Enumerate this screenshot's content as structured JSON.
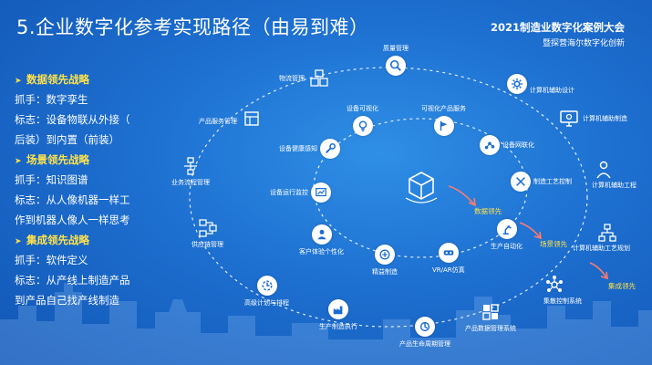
{
  "slide_title": "5.企业数字化参考实现路径（由易到难）",
  "conference": {
    "title": "2021制造业数字化案例大会",
    "subtitle": "暨探营海尔数字化创新"
  },
  "strategies": [
    {
      "title": "数据领先战略",
      "grip": "抓手：数字孪生",
      "mark_lines": [
        "标志：设备物联从外接（",
        "后装）到内置（前装）"
      ]
    },
    {
      "title": "场景领先战略",
      "grip": "抓手：知识图谱",
      "mark_lines": [
        "标志：从人像机器一样工",
        "作到机器人像人一样思考"
      ]
    },
    {
      "title": "集成领先战略",
      "grip": "抓手：软件定义",
      "mark_lines": [
        "标志：从产线上制造产品",
        "到产品自己找产线制造"
      ]
    }
  ],
  "outer_ring": [
    {
      "label": "质量管理",
      "icon": "magnifier-icon"
    },
    {
      "label": "计算机辅助设计",
      "icon": "gear-icon"
    },
    {
      "label": "计算机辅助制造",
      "icon": "monitor-icon"
    },
    {
      "label": "计算机辅助工程",
      "icon": "engineer-icon"
    },
    {
      "label": "计算机辅助工艺规划",
      "icon": "network-icon"
    },
    {
      "label": "集散控制系统",
      "icon": "control-icon"
    },
    {
      "label": "产品数据管理系统",
      "icon": "data-icon"
    },
    {
      "label": "产品生命周期管理",
      "icon": "lifecycle-icon"
    },
    {
      "label": "生产制造执行",
      "icon": "factory-icon"
    },
    {
      "label": "高级计划与排程",
      "icon": "schedule-icon"
    },
    {
      "label": "供应链管理",
      "icon": "supply-icon"
    },
    {
      "label": "业务流程管理",
      "icon": "flow-icon"
    },
    {
      "label": "产品服务管理",
      "icon": "product-icon"
    },
    {
      "label": "物流管理",
      "icon": "boxes-icon"
    }
  ],
  "inner_ring": [
    {
      "label": "设备可视化",
      "icon": "lightbulb-icon"
    },
    {
      "label": "可视化产品服务",
      "icon": "flag-icon"
    },
    {
      "label": "设备网联化",
      "icon": "link-icon"
    },
    {
      "label": "制造工艺控制",
      "icon": "tools-icon"
    },
    {
      "label": "生产自动化",
      "icon": "robot-arm-icon"
    },
    {
      "label": "VR/AR仿真",
      "icon": "vr-icon"
    },
    {
      "label": "精益制造",
      "icon": "lean-icon"
    },
    {
      "label": "客户体验个性化",
      "icon": "customer-icon"
    },
    {
      "label": "设备运行监控",
      "icon": "monitor-chart-icon"
    },
    {
      "label": "设备健康感知",
      "icon": "wrench-icon"
    }
  ],
  "stage_tags": {
    "data": "数据领先",
    "scene": "场景领先",
    "integration": "集成领先"
  },
  "center_icon": "cube-icon",
  "colors": {
    "background": "#1d6fd0",
    "accent_yellow": "#ffe24a",
    "icon_blue": "#1a6cd4",
    "arrow_red": "#ff7a6e"
  }
}
